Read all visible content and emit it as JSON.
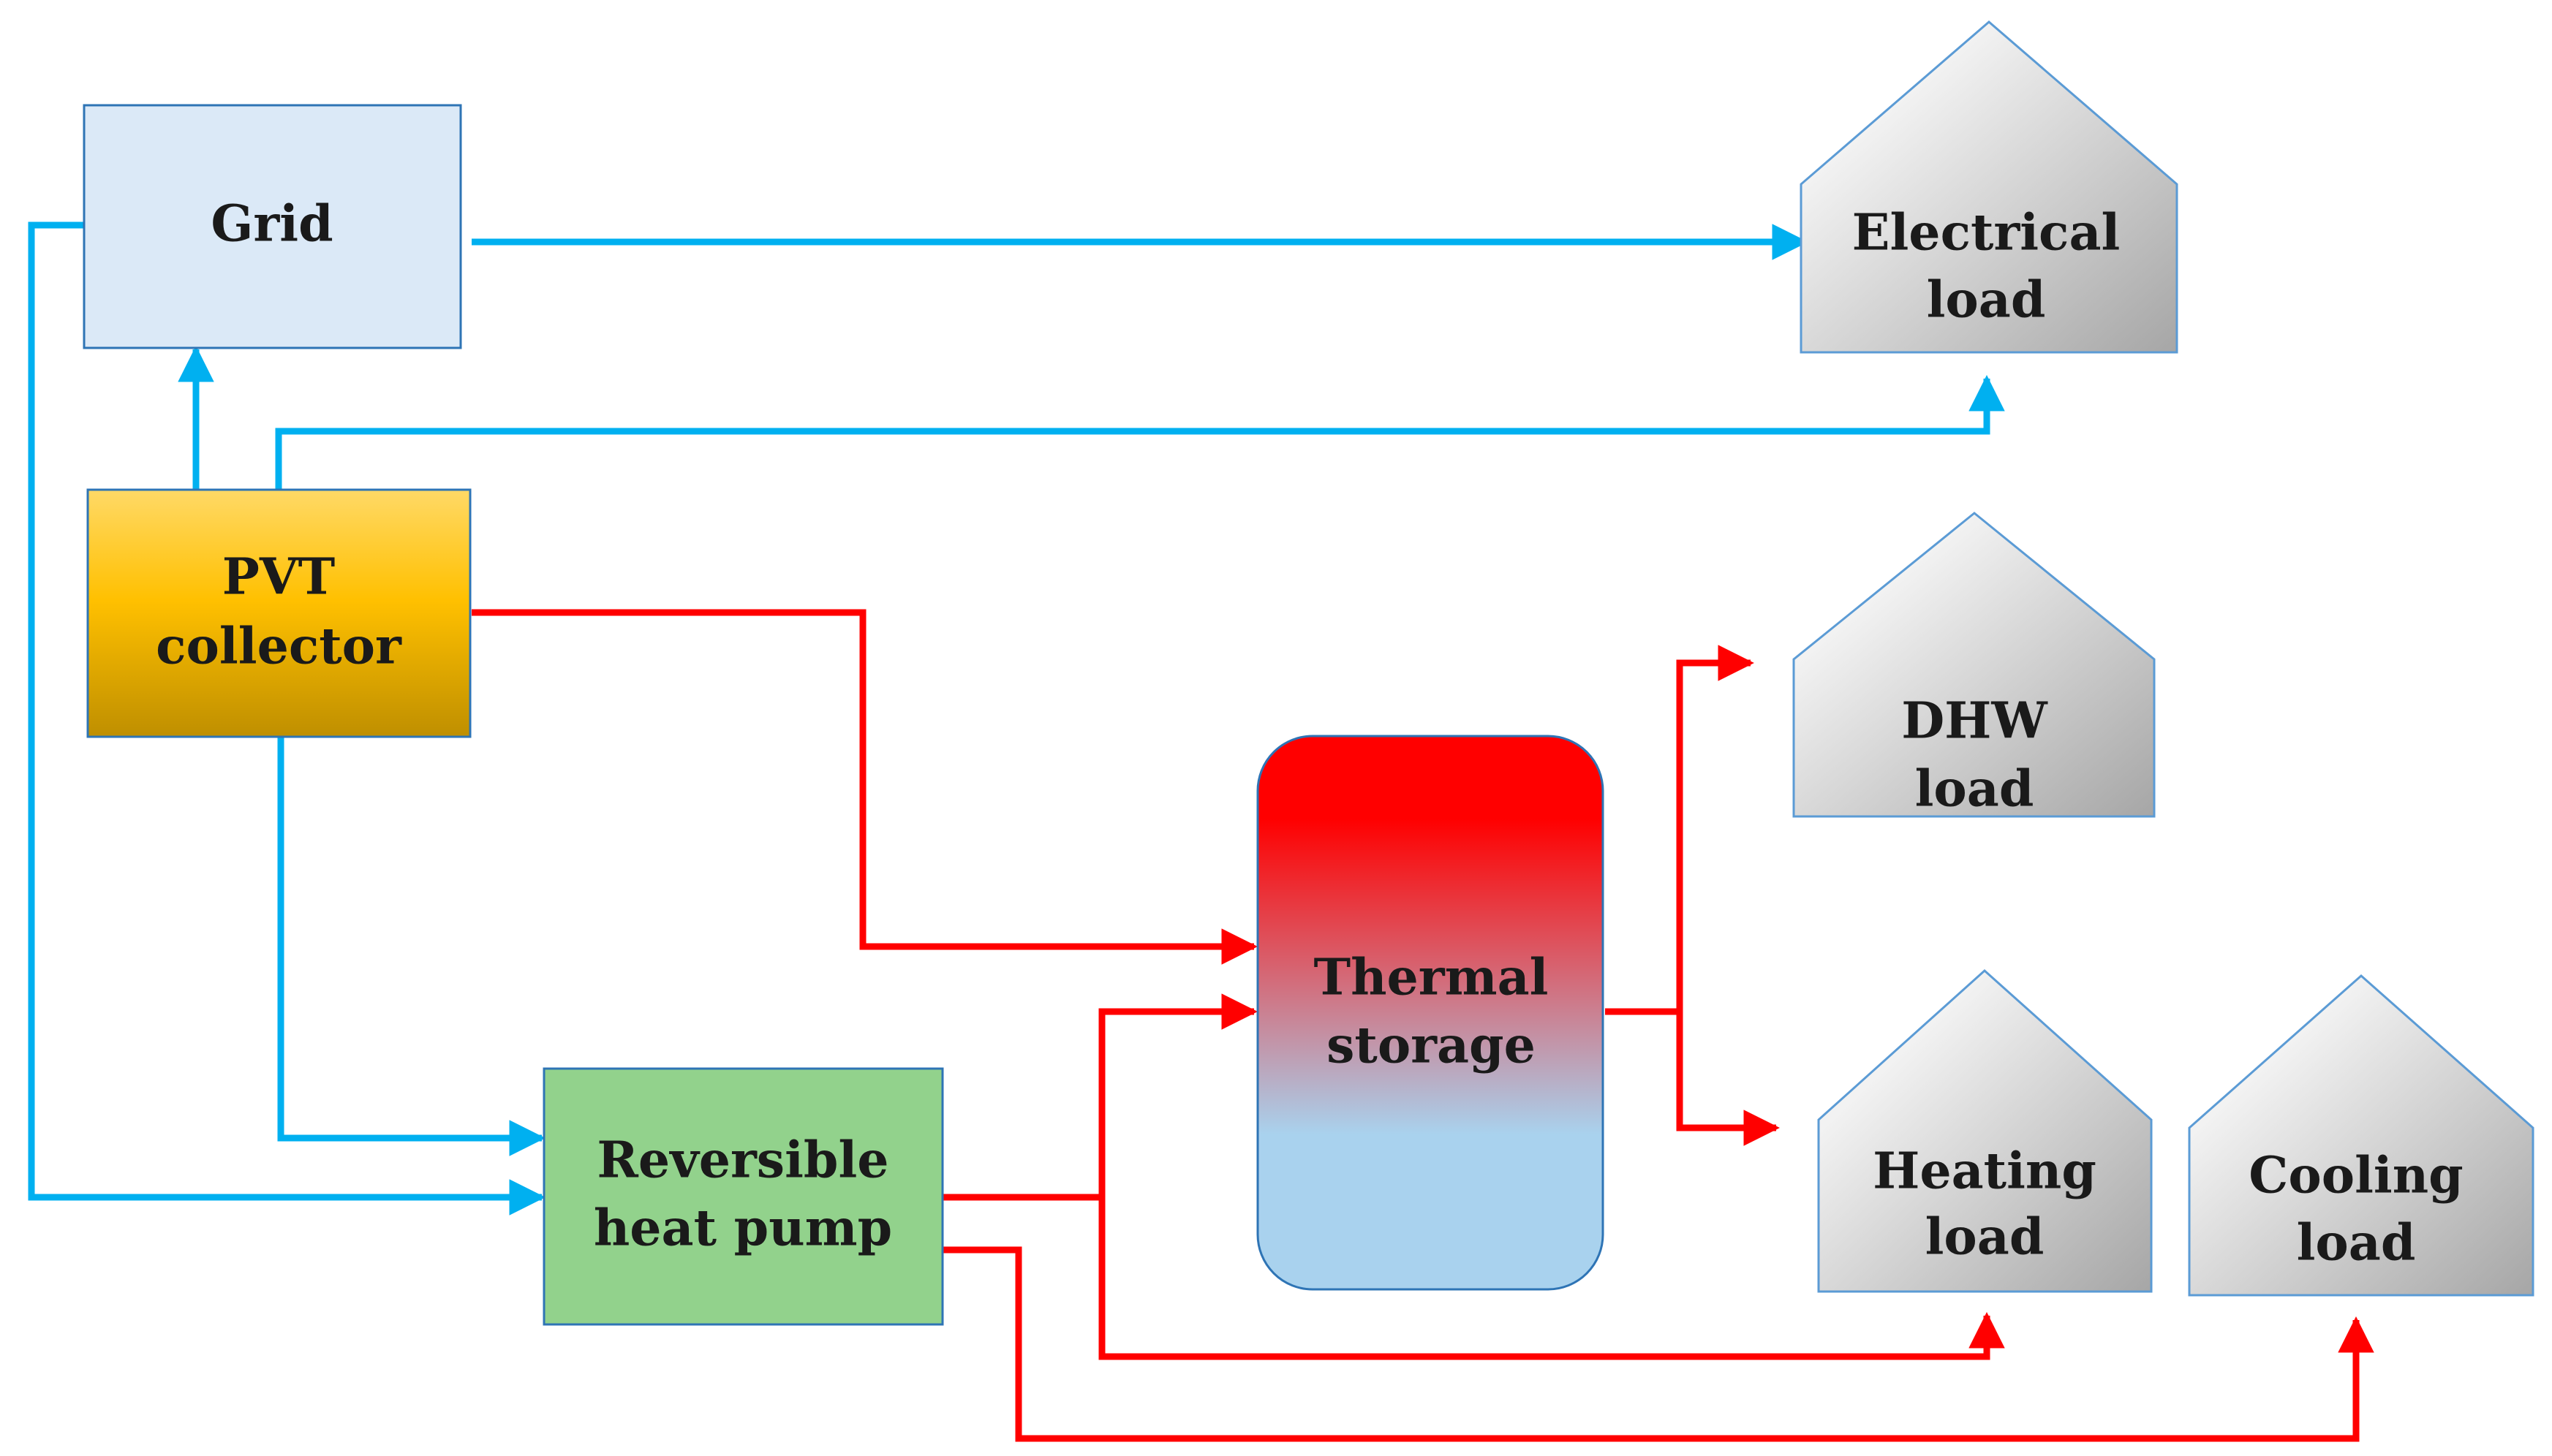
{
  "nodes": {
    "grid": {
      "label": "Grid"
    },
    "pvt": {
      "line1": "PVT",
      "line2": "collector"
    },
    "heat_pump": {
      "line1": "Reversible",
      "line2": "heat pump"
    },
    "storage": {
      "line1": "Thermal",
      "line2": "storage"
    },
    "electrical_load": {
      "line1": "Electrical",
      "line2": "load"
    },
    "dhw_load": {
      "line1": "DHW",
      "line2": "load"
    },
    "heating_load": {
      "line1": "Heating",
      "line2": "load"
    },
    "cooling_load": {
      "line1": "Cooling",
      "line2": "load"
    }
  },
  "colors": {
    "electric_flow": "#00b0f0",
    "thermal_flow": "#ff0000",
    "grid_fill": "#dbe9f7",
    "grid_border": "#2e74b5",
    "pvt_fill_top": "#ffd966",
    "pvt_fill_mid": "#ffc000",
    "pvt_fill_bottom": "#bf8f00",
    "heat_pump_fill": "#92d28c",
    "heat_pump_border": "#2e74b5",
    "storage_top": "#ff0000",
    "storage_bottom": "#a9d2ee",
    "load_fill_light": "#f2f2f2",
    "load_fill_dark": "#a6a6a6",
    "load_border": "#5b9bd5"
  }
}
